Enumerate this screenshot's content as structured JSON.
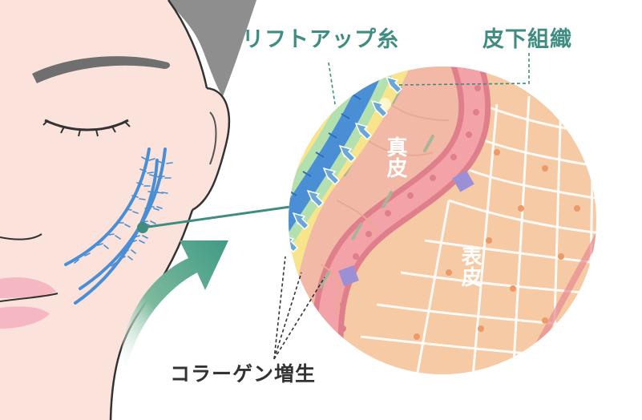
{
  "labels": {
    "lift_thread": "リフトアップ糸",
    "subcutaneous": "皮下組織",
    "dermis": "真皮",
    "epidermis": "表皮",
    "collagen": "コラーゲン増生"
  },
  "colors": {
    "teal_label": "#3e8d80",
    "dark_label": "#333333",
    "thread_blue": "#4a8fd6",
    "skin": "#fbe3dc",
    "fat_yellow": "#f8e48a",
    "dermis": "#f2b9a6",
    "basal_layer": "#e07f8c",
    "epidermis": "#f5caa5",
    "arrow_teal": "#5aa58a"
  },
  "icons": [
    "face-illustration",
    "zoom-lens",
    "lift-arrow-icon",
    "collagen-arrow-icon"
  ]
}
